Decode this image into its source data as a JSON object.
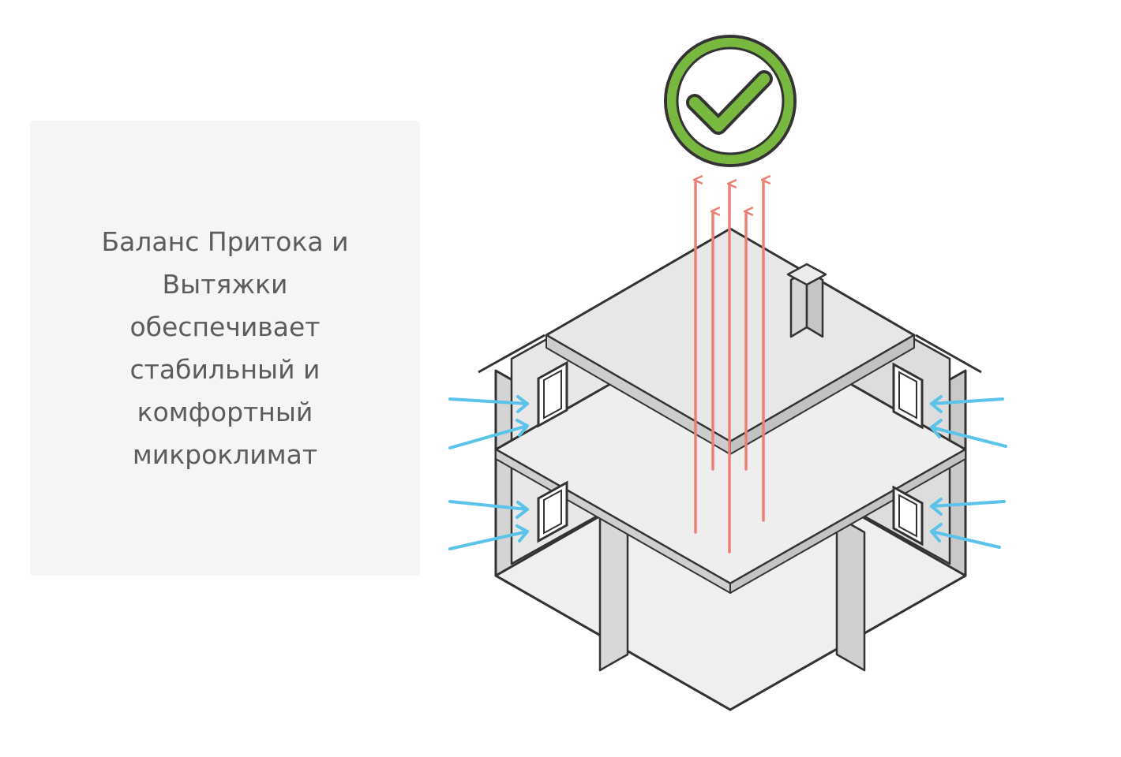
{
  "info_panel": {
    "caption": "Баланс Притока и Вытяжки обеспечивает стабильный и комфортный микроклимат"
  },
  "diagram": {
    "icons": [
      "check-circle-icon",
      "chimney",
      "window",
      "inflow-arrow",
      "exhaust-arrow"
    ],
    "colors": {
      "check_ring": "#79b83e",
      "inflow_arrow": "#5bc3e9",
      "exhaust_arrow": "#ec8075",
      "house_outline": "#333333",
      "house_fill": "#e6e6e6",
      "slab_fill": "#f0f0f0"
    }
  }
}
